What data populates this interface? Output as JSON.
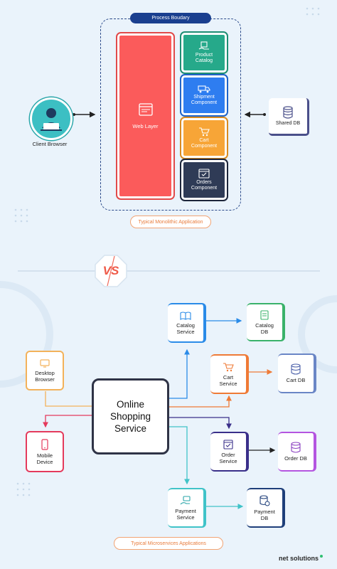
{
  "monolith": {
    "boundary_label": "Process Boudary",
    "web_layer": "Web Layer",
    "client": "Client Browser",
    "shared_db": "Shared DB",
    "components": {
      "product_catalog": [
        "Product",
        "Catalog"
      ],
      "shipment": [
        "Shipment",
        "Component"
      ],
      "cart": [
        "Cart",
        "Component"
      ],
      "orders": [
        "Orders",
        "Component"
      ]
    },
    "caption": "Typical Monolithic Application"
  },
  "vs_text": "VS",
  "micro": {
    "center": [
      "Online",
      "Shopping",
      "Service"
    ],
    "desktop": [
      "Desktop",
      "Browser"
    ],
    "mobile": [
      "Mobile",
      "Device"
    ],
    "catalog_service": [
      "Catalog",
      "Service"
    ],
    "catalog_db": [
      "Catalog",
      "DB"
    ],
    "cart_service": [
      "Cart",
      "Service"
    ],
    "cart_db": "Cart DB",
    "order_service": [
      "Order",
      "Service"
    ],
    "order_db": "Order DB",
    "payment_service": [
      "Payment",
      "Service"
    ],
    "payment_db": [
      "Payment",
      "DB"
    ],
    "caption": "Typical Microservices Applications"
  },
  "brand": "net solutions",
  "colors": {
    "web_layer": "#fb5b5b",
    "product_catalog": "#26a98a",
    "shipment": "#2e7df0",
    "cart": "#f7a537",
    "orders": "#2f3b56",
    "catalog": "#2a8be8",
    "catalog_db": "#3ab26a",
    "cart_orange": "#ef7a36",
    "order_purple": "#6c3fc2",
    "order_db_purple": "#b455e0",
    "payment": "#40c3c8",
    "desktop": "#f3b25a",
    "mobile": "#e43a5c",
    "brand_green": "#2fbf71"
  }
}
